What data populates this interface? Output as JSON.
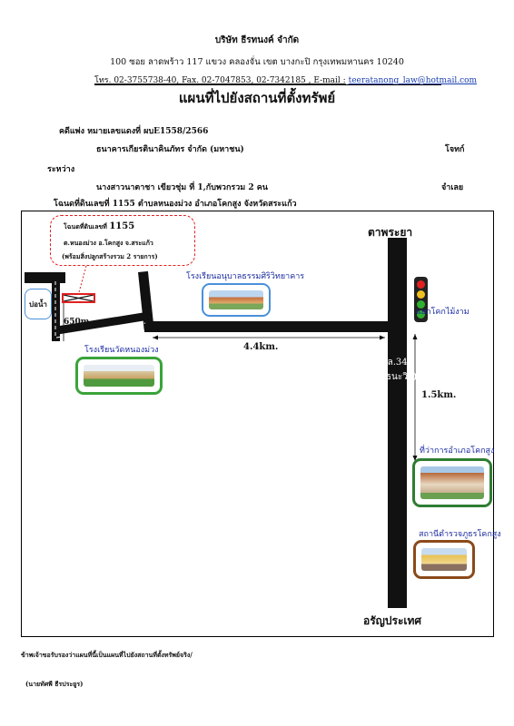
{
  "header": {
    "company": "บริษัท ธีรทนงค์ จำกัด",
    "address": "100 ซอย ลาดพร้าว 117 แขวง คลองจั่น เขต บางกะปิ กรุงเทพมหานคร 10240",
    "contact_prefix": "โทร. 02-3755738-40, Fax. 02-7047853, 02-7342185 , E-mail :",
    "email": "teeratanong_law@hotmail.com"
  },
  "title": "แผนที่ไปยังสถานที่ตั้งทรัพย์",
  "case": {
    "case_label": "คดีแพ่ง หมายเลขแดงที่ ผบE1558/2566",
    "plaintiff": "ธนาคารเกียรตินาคินภัทร จำกัด (มหาชน)",
    "plaintiff_role": "โจทก์",
    "between": "ระหว่าง",
    "defendant": "นางสาวนาตาชา เขียวชุ่ม ที่ 1,กับพวกรวม 2 คน",
    "defendant_role": "จำเลย",
    "deed": "โฉนดที่ดินเลขที่ 1155 ตำบลหนองม่วง อำเภอโคกสูง จังหวัดสระแก้ว"
  },
  "map": {
    "callout": {
      "line1_prefix": "โฉนดที่ดินเลขที่",
      "line1_number": "1155",
      "line2": "ต.หนองม่วง อ.โคกสูง จ.สระแก้ว",
      "line3": "(พร้อมสิ่งปลูกสร้างรวม 2 รายการ)"
    },
    "pond": "บ่อน้ำ",
    "dist_650": "650m.",
    "school1": "โรงเรียนอนุบาลธรรมศิริวิทยาคาร",
    "school2": "โรงเรียนวัดหนองม่วง",
    "dist_44": "4.4km.",
    "north_end": "ตาพระยา",
    "south_end": "อรัญประเทศ",
    "junction": "แยกโคกไม้งาม",
    "route_code": "ทล.348",
    "route_name": "(ธนะวิถี)",
    "dist_15": "1.5km.",
    "district_office": "ที่ว่าการอำเภอโคกสูง",
    "police": "สถานีตำรวจภูธรโคกสูง"
  },
  "footer": {
    "certify": "ข้าพเจ้าขอรับรองว่าแผนที่นี้เป็นแผนที่ไปยังสถานที่ตั้งทรัพย์จริง/",
    "signer": "(นายทัศพี ธีรประยูร)"
  },
  "colors": {
    "callout_border": "#e02020",
    "school1_border": "#4a90d9",
    "school2_border": "#3aa33a",
    "office_border": "#2e7d32",
    "police_border": "#8b4a1a",
    "label_blue": "#1a2aa0"
  }
}
